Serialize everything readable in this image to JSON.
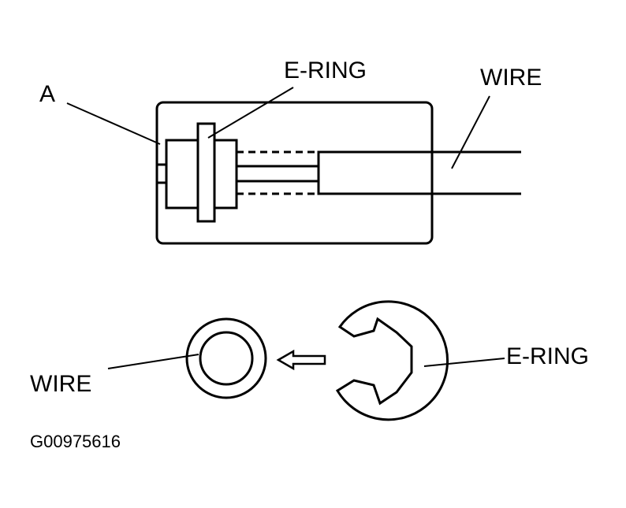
{
  "labels": {
    "top_a": "A",
    "top_ering": "E-RING",
    "top_wire": "WIRE",
    "bottom_wire": "WIRE",
    "bottom_ering": "E-RING",
    "figure_code": "G00975616"
  }
}
